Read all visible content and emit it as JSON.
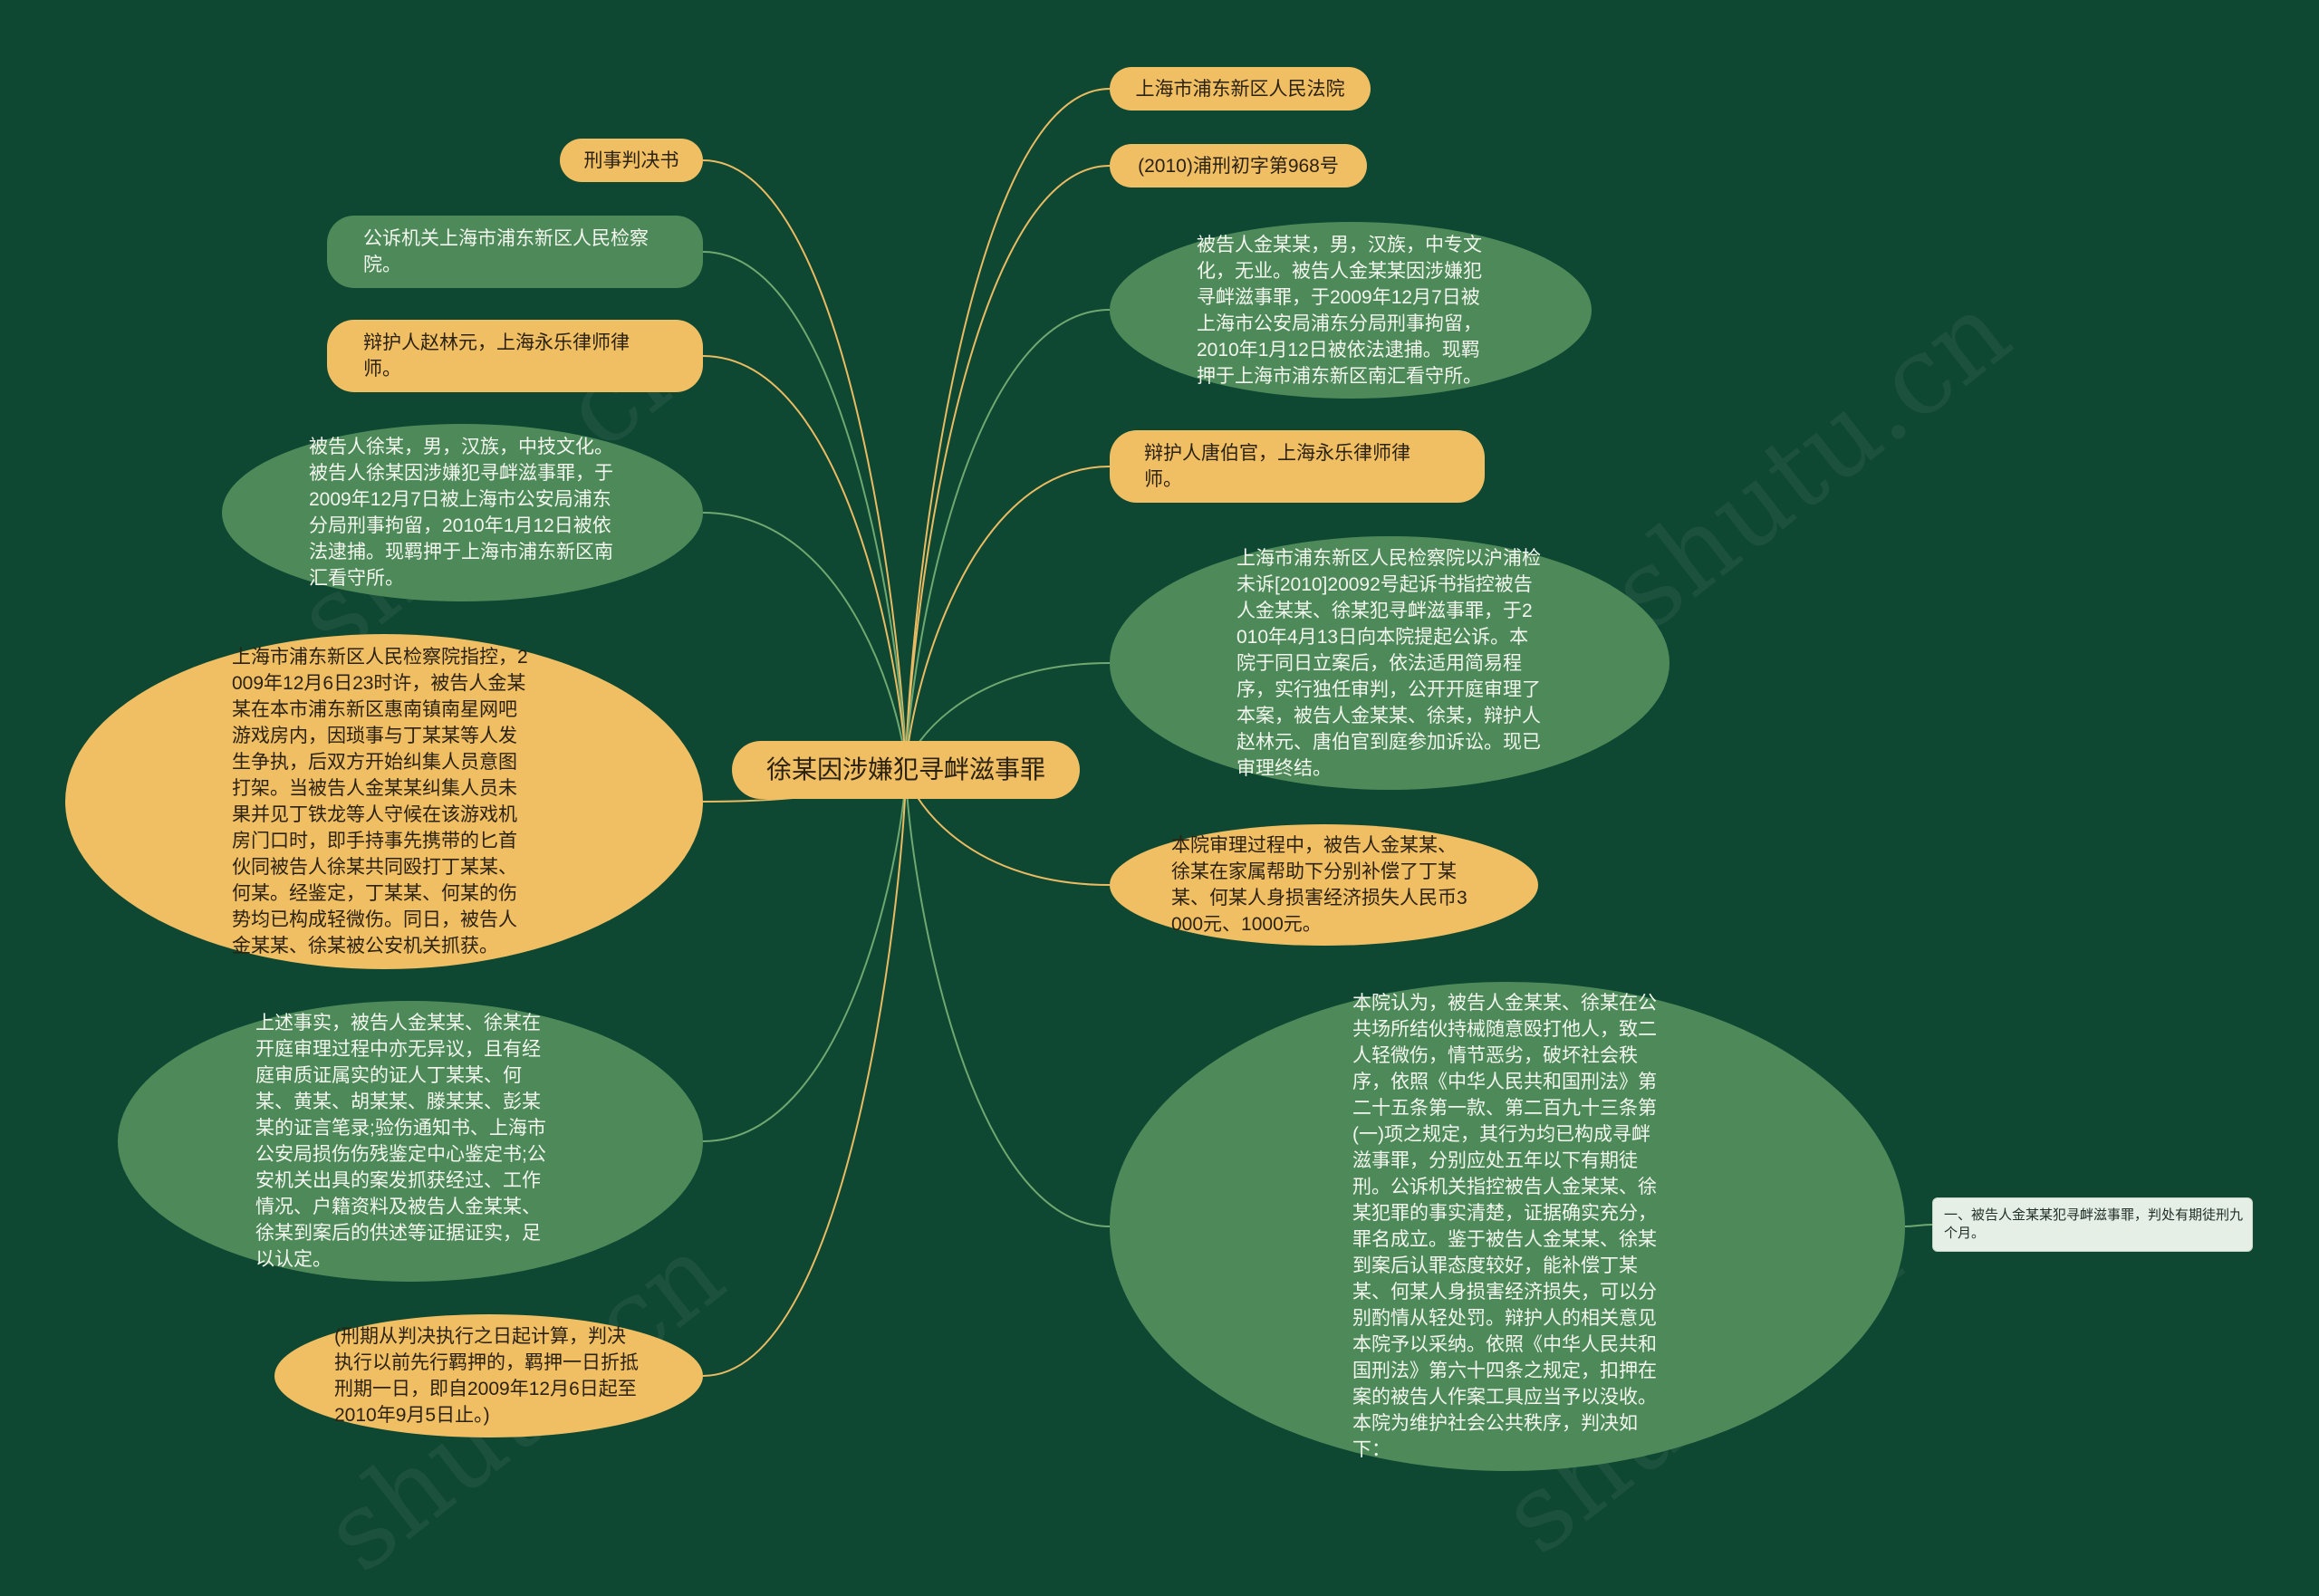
{
  "center": {
    "label": "徐某因涉嫌犯寻衅滋事罪"
  },
  "nodes": [
    {
      "id": "n_court",
      "side": "right",
      "color": "orange",
      "text": "上海市浦东新区人民法院"
    },
    {
      "id": "n_case_no",
      "side": "right",
      "color": "orange",
      "text": "(2010)浦刑初字第968号"
    },
    {
      "id": "n_def_jin",
      "side": "right",
      "color": "green",
      "text": "被告人金某某，男，汉族，中专文化，无业。被告人金某某因涉嫌犯寻衅滋事罪，于2009年12月7日被上海市公安局浦东分局刑事拘留，2010年1月12日被依法逮捕。现羁押于上海市浦东新区南汇看守所。"
    },
    {
      "id": "n_defender_tang",
      "side": "right",
      "color": "orange",
      "text": "辩护人唐伯官，上海永乐律师律师。"
    },
    {
      "id": "n_prosecution",
      "side": "right",
      "color": "green",
      "text": "上海市浦东新区人民检察院以沪浦检未诉[2010]20092号起诉书指控被告人金某某、徐某犯寻衅滋事罪，于2010年4月13日向本院提起公诉。本院于同日立案后，依法适用简易程序，实行独任审判，公开开庭审理了本案，被告人金某某、徐某，辩护人赵林元、唐伯官到庭参加诉讼。现已审理终结。"
    },
    {
      "id": "n_compensation",
      "side": "right",
      "color": "orange",
      "text": "本院审理过程中，被告人金某某、徐某在家属帮助下分别补偿了丁某某、何某人身损害经济损失人民币3000元、1000元。"
    },
    {
      "id": "n_opinion",
      "side": "right",
      "color": "green",
      "text": "本院认为，被告人金某某、徐某在公共场所结伙持械随意殴打他人，致二人轻微伤，情节恶劣，破坏社会秩序，依照《中华人民共和国刑法》第二十五条第一款、第二百九十三条第(一)项之规定，其行为均已构成寻衅滋事罪，分别应处五年以下有期徒刑。公诉机关指控被告人金某某、徐某犯罪的事实清楚，证据确实充分，罪名成立。鉴于被告人金某某、徐某到案后认罪态度较好，能补偿丁某某、何某人身损害经济损失，可以分别酌情从轻处罚。辩护人的相关意见本院予以采纳。依照《中华人民共和国刑法》第六十四条之规定，扣押在案的被告人作案工具应当予以没收。本院为维护社会公共秩序，判决如下："
    },
    {
      "id": "n_judgement_type",
      "side": "left",
      "color": "orange",
      "text": "刑事判决书"
    },
    {
      "id": "n_public_prosecutor",
      "side": "left",
      "color": "green",
      "text": "公诉机关上海市浦东新区人民检察院。"
    },
    {
      "id": "n_defender_zhao",
      "side": "left",
      "color": "orange",
      "text": "辩护人赵林元，上海永乐律师律师。"
    },
    {
      "id": "n_def_xu",
      "side": "left",
      "color": "green",
      "text": "被告人徐某，男，汉族，中技文化。被告人徐某因涉嫌犯寻衅滋事罪，于2009年12月7日被上海市公安局浦东分局刑事拘留，2010年1月12日被依法逮捕。现羁押于上海市浦东新区南汇看守所。"
    },
    {
      "id": "n_charge",
      "side": "left",
      "color": "orange",
      "text": "上海市浦东新区人民检察院指控，2009年12月6日23时许，被告人金某某在本市浦东新区惠南镇南星网吧游戏房内，因琐事与丁某某等人发生争执，后双方开始纠集人员意图打架。当被告人金某某纠集人员未果并见丁铁龙等人守候在该游戏机房门口时，即手持事先携带的匕首伙同被告人徐某共同殴打丁某某、何某。经鉴定，丁某某、何某的伤势均已构成轻微伤。同日，被告人金某某、徐某被公安机关抓获。"
    },
    {
      "id": "n_facts",
      "side": "left",
      "color": "green",
      "text": "上述事实，被告人金某某、徐某在开庭审理过程中亦无异议，且有经庭审质证属实的证人丁某某、何某、黄某、胡某某、滕某某、彭某某的证言笔录;验伤通知书、上海市公安局损伤伤残鉴定中心鉴定书;公安机关出具的案发抓获经过、工作情况、户籍资料及被告人金某某、徐某到案后的供述等证据证实，足以认定。"
    },
    {
      "id": "n_term",
      "side": "left",
      "color": "orange",
      "text": "(刑期从判决执行之日起计算，判决执行以前先行羁押的，羁押一日折抵刑期一日，即自2009年12月6日起至2010年9月5日止。)"
    }
  ],
  "leaf": {
    "parent": "n_opinion",
    "text": "一、被告人金某某犯寻衅滋事罪，判处有期徒刑九个月。"
  },
  "colors": {
    "background": "#0e4732",
    "orange": "#f0be63",
    "green": "#4e8a59",
    "link_to_orange": "#e9bb62",
    "link_to_green": "#6fa870"
  }
}
